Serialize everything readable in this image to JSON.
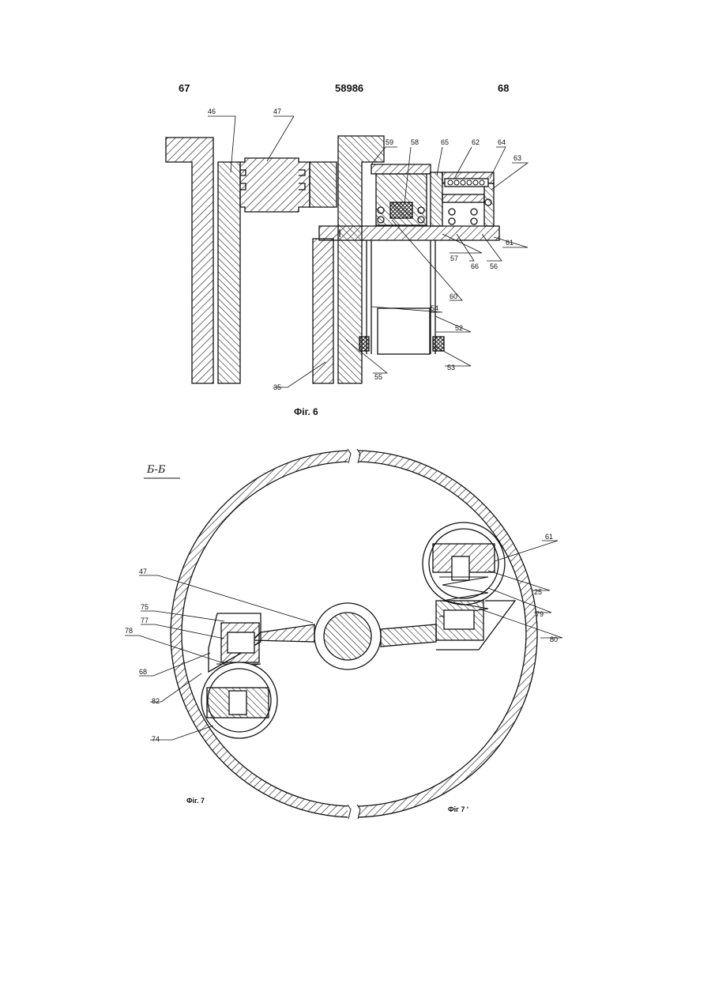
{
  "header": {
    "left": "67",
    "center": "58986",
    "right": "68"
  },
  "figure6": {
    "caption": "Фіг. 6",
    "labels": {
      "l46": "46",
      "l47": "47",
      "l59": "59",
      "l58": "58",
      "l65": "65",
      "l62": "62",
      "l64": "64",
      "l63": "63",
      "l61": "61",
      "l57": "57",
      "l66": "66",
      "l56": "56",
      "l60": "60",
      "l54": "54",
      "l52": "52",
      "l53": "53",
      "l55": "55",
      "l35": "35"
    }
  },
  "figure7": {
    "section_mark": "Б-Б",
    "caption_left": "Фіг. 7",
    "caption_right": "Фіг 7 '",
    "labels": {
      "l47": "47",
      "l75": "75",
      "l77": "77",
      "l78": "78",
      "l68": "68",
      "l82": "82",
      "l74": "74",
      "l61": "61",
      "l25": "25",
      "l79": "79",
      "l80": "80"
    }
  }
}
